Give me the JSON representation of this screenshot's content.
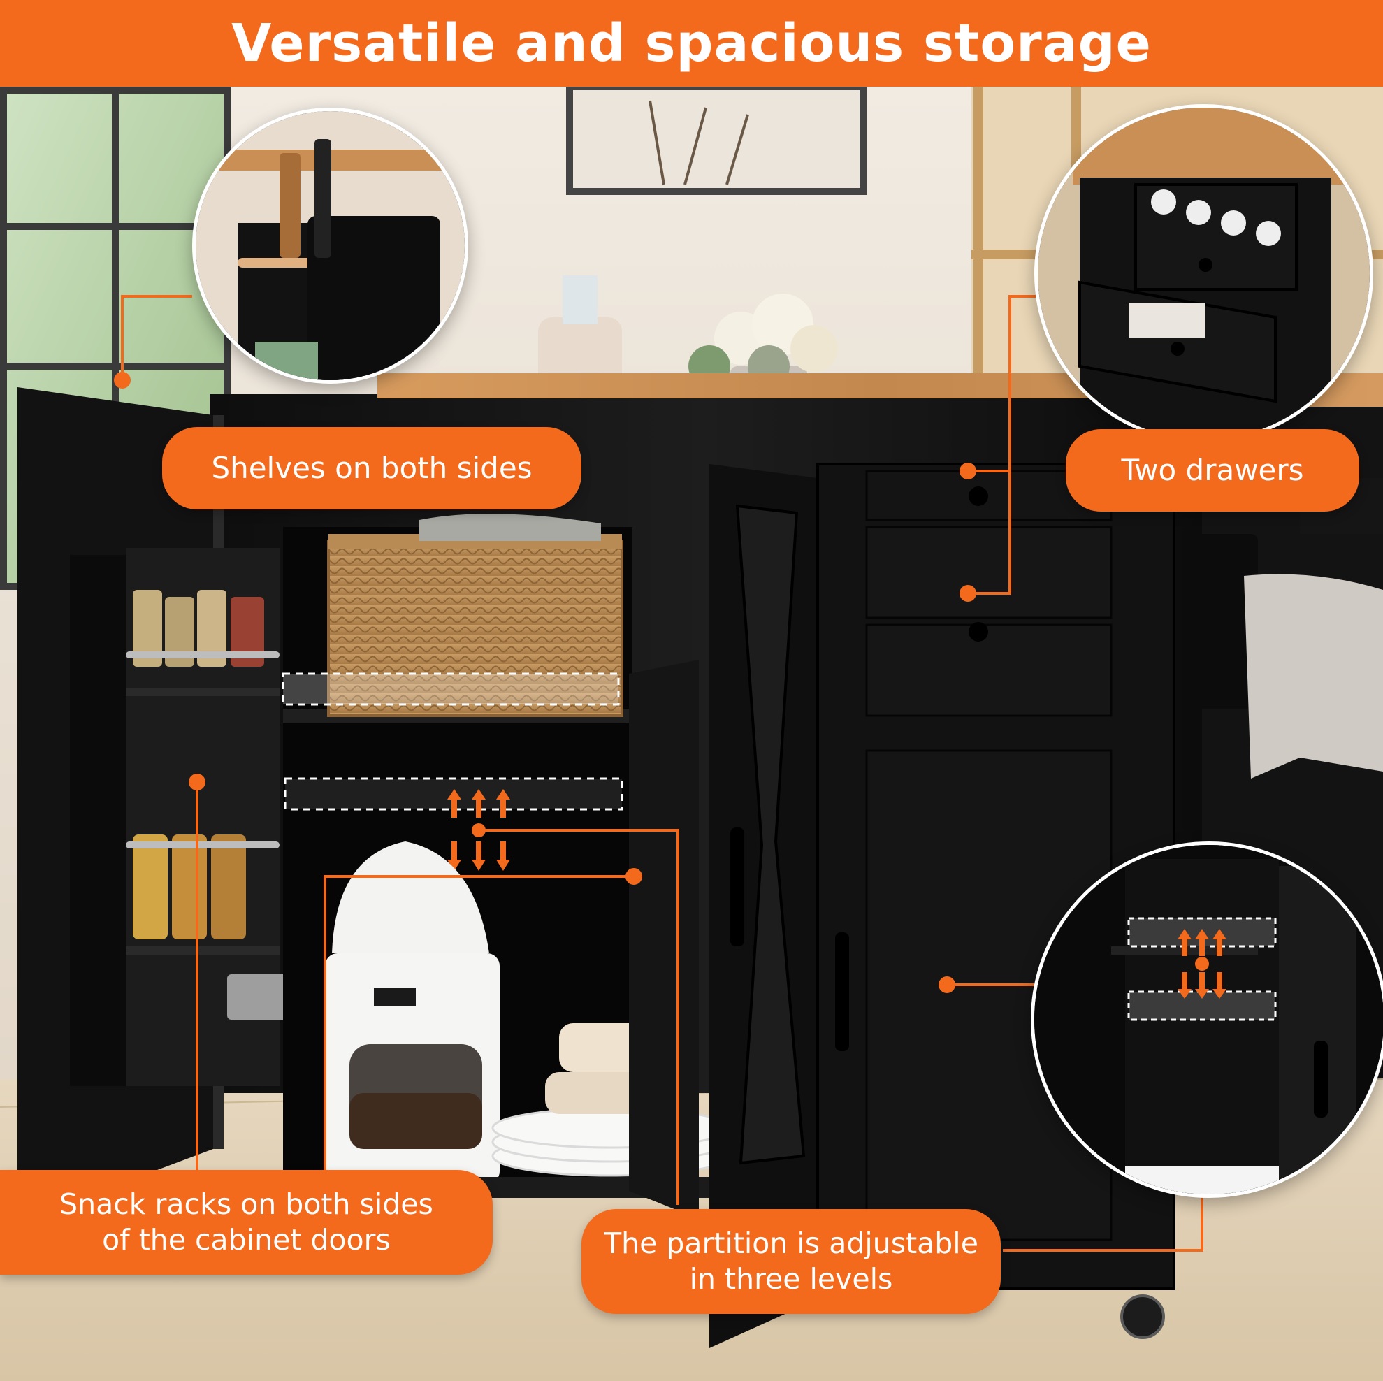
{
  "banner": {
    "title": "Versatile and spacious storage"
  },
  "callouts": {
    "shelves": "Shelves on both sides",
    "drawers": "Two drawers",
    "snack_racks": "Snack racks on both sides\nof the cabinet doors",
    "partition": "The partition is adjustable\nin three levels"
  },
  "colors": {
    "accent": "#f36a1d",
    "cabinet": "#141414",
    "countertop": "#c98f54"
  },
  "icons": [
    "up-arrow-icon",
    "down-arrow-icon",
    "callout-dot-icon"
  ]
}
